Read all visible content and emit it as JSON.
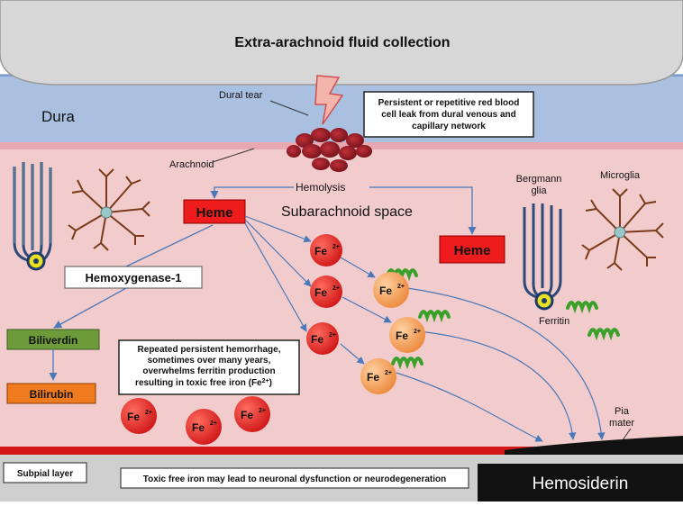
{
  "top_label": "Extra-arachnoid fluid collection",
  "dura": {
    "label": "Dura",
    "dural_tear": "Dural tear",
    "leak_box_lines": [
      "Persistent or repetitive red blood",
      "cell leak from dural venous and",
      "capillary network"
    ]
  },
  "arachnoid_label": "Arachnoid",
  "hemolysis_label": "Hemolysis",
  "subarachnoid_label": "Subarachnoid space",
  "heme_left": "Heme",
  "heme_right": "Heme",
  "hemoxygenase": "Hemoxygenase-1",
  "biliverdin": "Biliverdin",
  "bilirubin": "Bilirubin",
  "bergmann_lines": [
    "Bergmann",
    "glia"
  ],
  "microglia": "Microglia",
  "ferritin": "Ferritin",
  "fe_label": "Fe",
  "fe_sup": "2+",
  "repeated_box_lines": [
    "Repeated persistent hemorrhage,",
    "sometimes over many years,",
    "overwhelms ferritin production",
    "resulting in toxic free iron (Fe",
    "2+",
    ")"
  ],
  "pia_mater_lines": [
    "Pia",
    "mater"
  ],
  "subpial": "Subpial layer",
  "toxic_text": "Toxic free iron may lead to neuronal dysfunction or neurodegeneration",
  "hemosiderin": "Hemosiderin",
  "colors": {
    "dura": "#a9c0e0",
    "subarachnoid": "#f2cccc",
    "rbc": "#e02020",
    "fe_orange": "#f0a060",
    "heme_box": "#ee1c1c",
    "biliverdin": "#6d9b3a",
    "bilirubin": "#f07a1e",
    "arrow": "#4a78b8"
  }
}
